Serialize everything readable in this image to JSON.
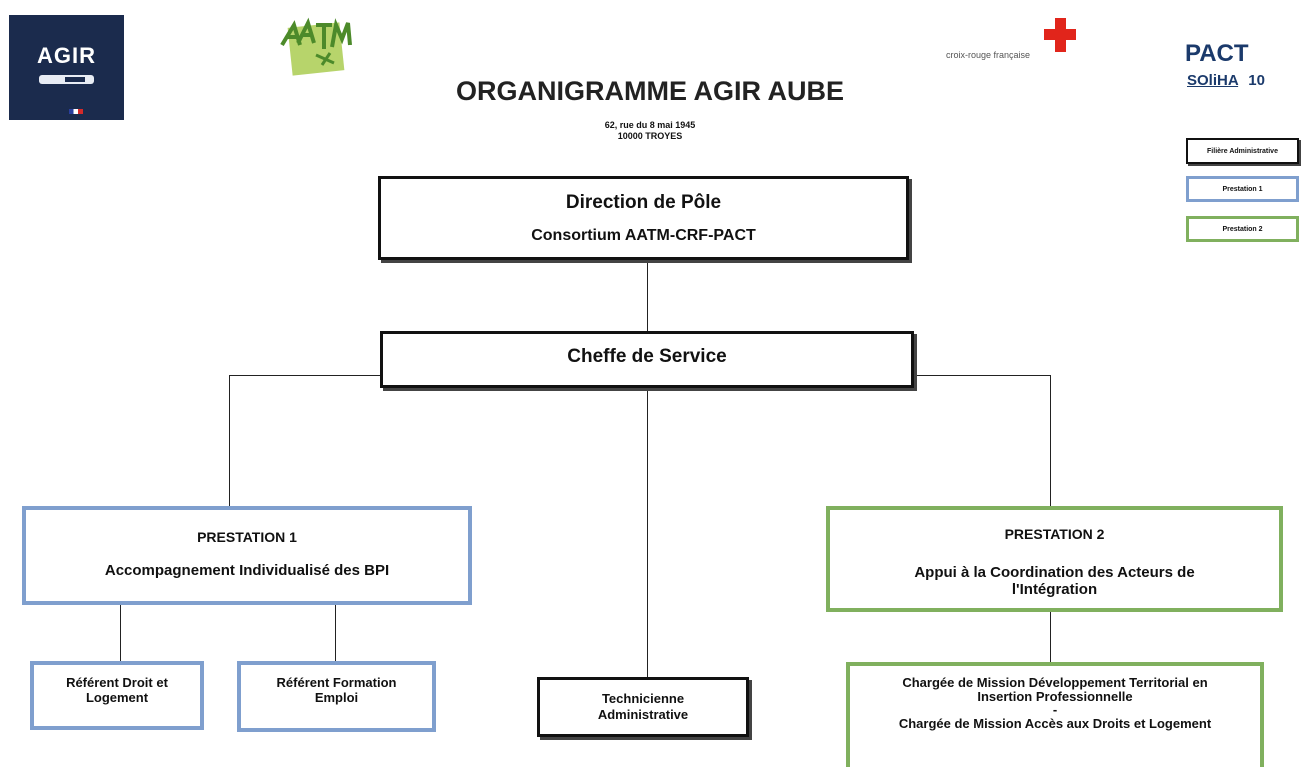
{
  "header": {
    "title": "ORGANIGRAMME AGIR AUBE",
    "address_line1": "62, rue du 8 mai 1945",
    "address_line2": "10000 TROYES"
  },
  "logos": {
    "agir": "AGIR",
    "croix_rouge": "croix-rouge française",
    "pact": "PACT",
    "soliha": "SOliHA",
    "soliha_number": "10"
  },
  "legend": {
    "admin": "Filière Administrative",
    "prestation1": "Prestation 1",
    "prestation2": "Prestation 2"
  },
  "nodes": {
    "direction": {
      "title": "Direction de Pôle",
      "subtitle": "Consortium AATM-CRF-PACT"
    },
    "cheffe": {
      "title": "Cheffe de Service"
    },
    "prestation1": {
      "title": "PRESTATION 1",
      "subtitle": "Accompagnement Individualisé des BPI"
    },
    "prestation2": {
      "title": "PRESTATION 2",
      "subtitle": "Appui à la Coordination des Acteurs de l'Intégration"
    },
    "referent_droit": {
      "title": "Référent Droit et Logement"
    },
    "referent_formation": {
      "title": "Référent Formation Emploi"
    },
    "technicienne": {
      "title": "Technicienne Administrative"
    },
    "chargee": {
      "line1": "Chargée de Mission Développement Territorial en Insertion Professionnelle",
      "separator": "-",
      "line2": "Chargée de Mission Accès aux Droits et Logement"
    }
  },
  "colors": {
    "admin_border": "#111111",
    "prestation1_border": "#7f9fce",
    "prestation2_border": "#80b05e",
    "agir_logo_bg": "#1b2b4d",
    "croix_rouge_red": "#e1251b",
    "pact_blue": "#1b3a6b"
  }
}
